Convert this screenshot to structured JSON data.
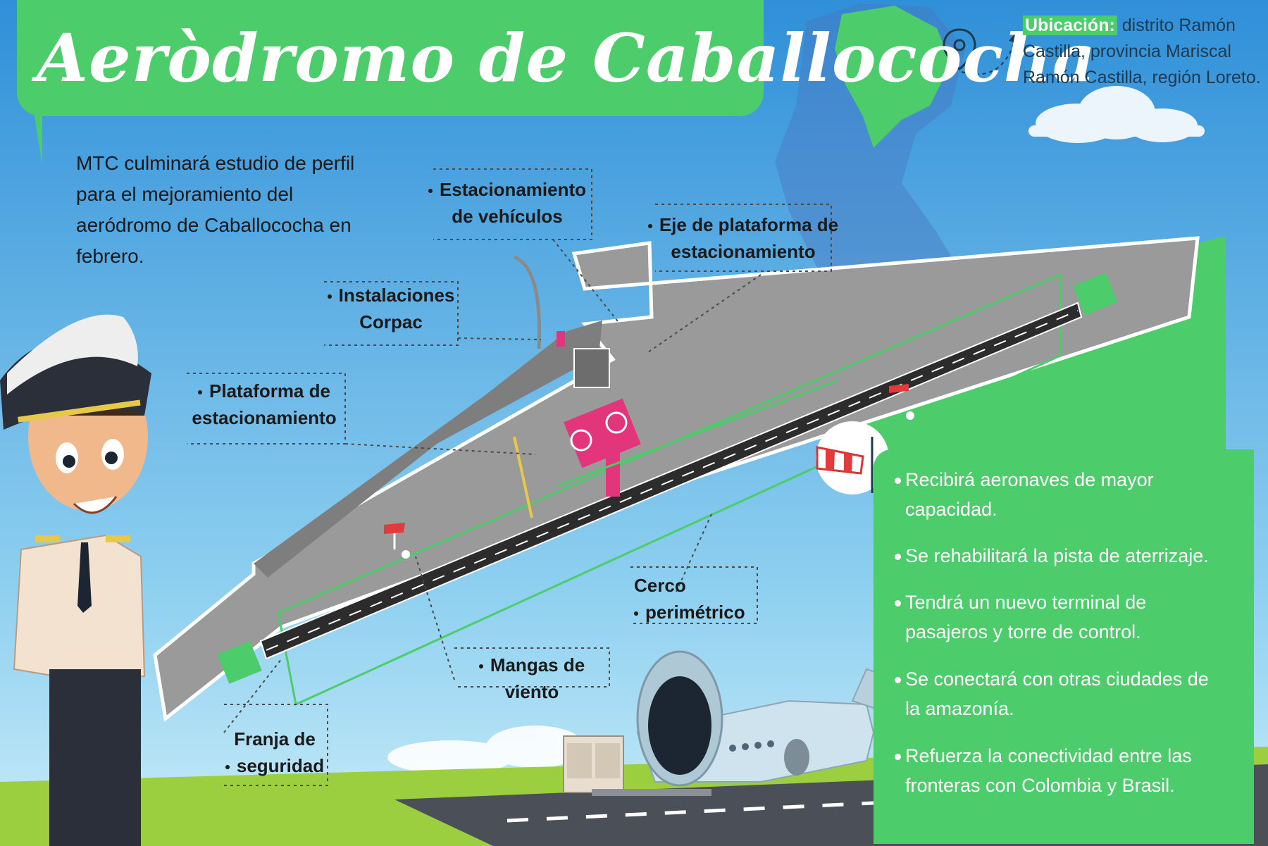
{
  "header": {
    "title": "Aeròdromo de Caballococha"
  },
  "location": {
    "label": "Ubicación:",
    "text": "distrito Ramón Castilla, provincia Mariscal Ramón Castilla, región Loreto."
  },
  "intro": {
    "text": "MTC culminará estudio de perfil para el mejoramiento del aeródromo de Caballococha en febrero."
  },
  "callouts": {
    "vehicle_parking": [
      "Estacionamiento",
      "de vehículos"
    ],
    "apron_axis": [
      "Eje de plataforma de",
      "estacionamiento"
    ],
    "corpac": [
      "Instalaciones",
      "Corpac"
    ],
    "apron": [
      "Plataforma de",
      "estacionamiento"
    ],
    "fence": [
      "Cerco",
      "perimétrico"
    ],
    "windsocks": [
      "Mangas de viento"
    ],
    "safety_strip": [
      "Franja de",
      "seguridad"
    ]
  },
  "benefits": {
    "items": [
      [
        "Recibirá aeronaves de mayor",
        "capacidad."
      ],
      [
        "Se rehabilitará la pista de aterrizaje."
      ],
      [
        "Tendrá un nuevo terminal de",
        "pasajeros y torre de control."
      ],
      [
        "Se conectará con otras ciudades de",
        "la amazonía."
      ],
      [
        "Refuerza la conectividad entre las",
        "fronteras con Colombia y Brasil."
      ]
    ]
  },
  "colors": {
    "sky_top": "#2f8fd8",
    "sky_bottom": "#bfe6f5",
    "green_panel": "#4ccc6a",
    "runway_platform": "#9a9a9a",
    "runway_strip": "#2c2c2c",
    "grass": "#9ccf3f",
    "tarmac": "#4a4f58"
  },
  "icons": {
    "location": "map-pin-icon",
    "pilot": "pilot-character",
    "plane": "cargo-plane",
    "windsock": "windsock-icon"
  }
}
